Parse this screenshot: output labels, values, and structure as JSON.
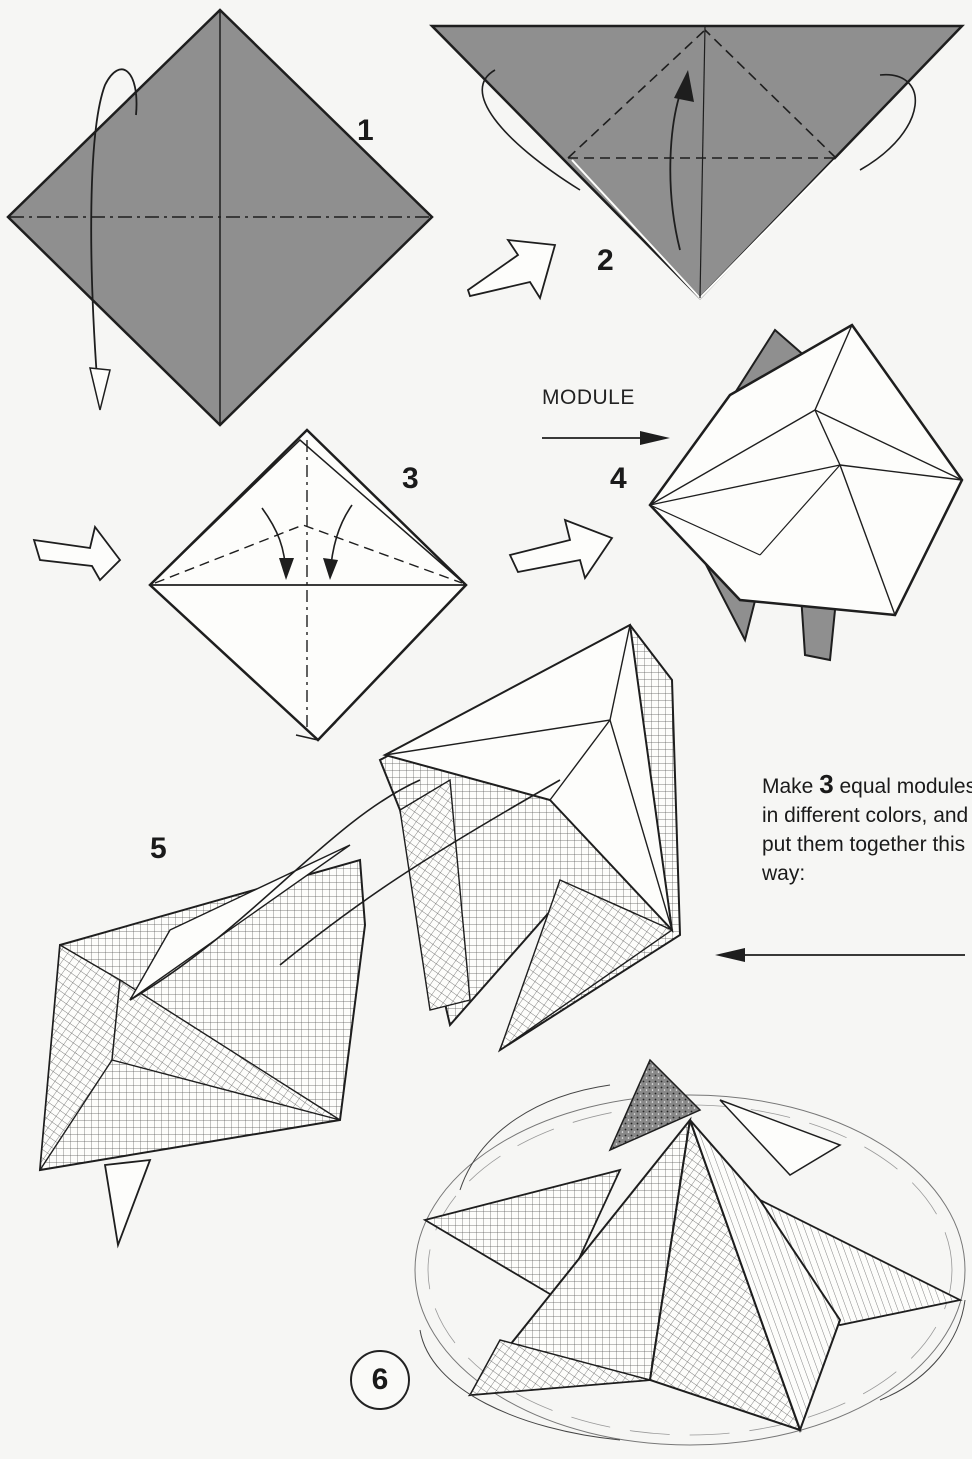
{
  "steps": [
    "1",
    "2",
    "3",
    "4",
    "5",
    "6"
  ],
  "module_label": "MODULE",
  "instructions": {
    "pre": "Make ",
    "count": "3",
    "post": " equal modules in different colors, and put them together this way:"
  },
  "colors": {
    "paper_gray": "#8f8f8f",
    "paper_light": "#fdfdfb",
    "line": "#1e1e1e",
    "background": "#f6f6f4"
  }
}
